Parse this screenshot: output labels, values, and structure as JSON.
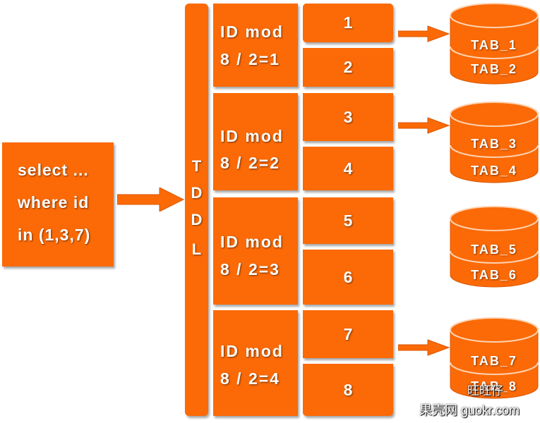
{
  "query": {
    "line1": "select ...",
    "line2": "where id",
    "line3": "in (1,3,7)"
  },
  "tddl": {
    "letters": [
      "T",
      "D",
      "D",
      "L"
    ]
  },
  "groups": [
    {
      "line1": "ID mod",
      "line2": "8 / 2=1"
    },
    {
      "line1": "ID mod",
      "line2": "8 / 2=2"
    },
    {
      "line1": "ID mod",
      "line2": "8 / 2=3"
    },
    {
      "line1": "ID mod",
      "line2": "8 / 2=4"
    }
  ],
  "cells": [
    "1",
    "2",
    "3",
    "4",
    "5",
    "6",
    "7",
    "8"
  ],
  "tables": [
    {
      "top": "TAB_1",
      "bottom": "TAB_2"
    },
    {
      "top": "TAB_3",
      "bottom": "TAB_4"
    },
    {
      "top": "TAB_5",
      "bottom": "TAB_6"
    },
    {
      "top": "TAB_7",
      "bottom": "TAB_8"
    }
  ],
  "watermark": {
    "author": "旺旺仔",
    "site": "果壳网 guokr.com"
  },
  "colors": {
    "shape": "#fb6a06",
    "shape_dark": "#d95500",
    "text": "#ffffff"
  }
}
